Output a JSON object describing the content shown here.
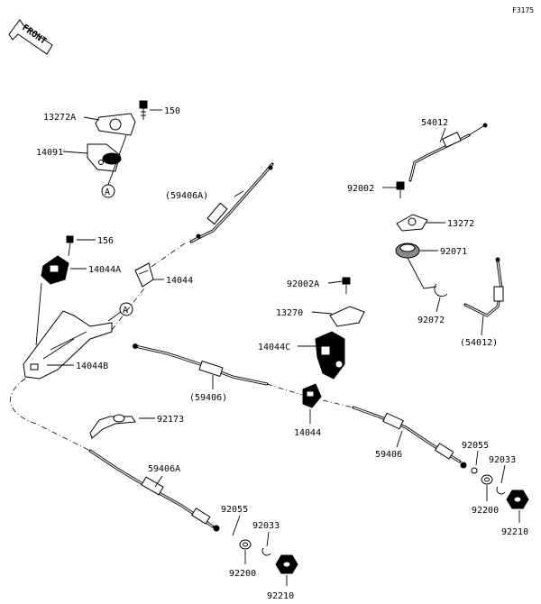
{
  "diagram": {
    "code": "F3175",
    "front_label": "FRONT",
    "labels": {
      "p13272A": "13272A",
      "p150": "150",
      "p14091": "14091",
      "refA1": "A",
      "p54012": "54012",
      "p59406A_paren": "(59406A)",
      "p92002": "92002",
      "p13272": "13272",
      "p92071": "92071",
      "p156": "156",
      "p14044A": "14044A",
      "p14044_top": "14044",
      "p92002A": "92002A",
      "p13270": "13270",
      "p92072": "92072",
      "p54012_paren": "(54012)",
      "refA2": "A",
      "p14044C": "14044C",
      "p14044B": "14044B",
      "p59406_paren": "(59406)",
      "p14044_mid": "14044",
      "p92173": "92173",
      "p59406": "59406",
      "p92055_r": "92055",
      "p92033_r": "92033",
      "p59406A": "59406A",
      "p92200_r": "92200",
      "p92210_r": "92210",
      "p92055_l": "92055",
      "p92033_l": "92033",
      "p92200_l": "92200",
      "p92210_l": "92210"
    }
  }
}
